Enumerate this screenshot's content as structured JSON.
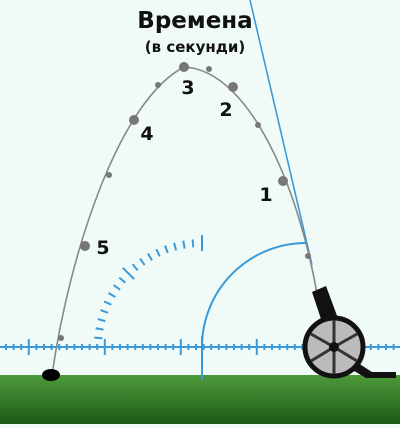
{
  "title": "Времена",
  "subtitle": "(в секунди)",
  "time_labels": [
    "1",
    "2",
    "3",
    "4",
    "5"
  ],
  "colors": {
    "sky": "#f0fbf8",
    "ground_top": "#4c9a3a",
    "ground_bottom": "#1c5a18",
    "trajectory": "#888888",
    "scale": "#3a9ad9",
    "cannon": "#111111"
  }
}
